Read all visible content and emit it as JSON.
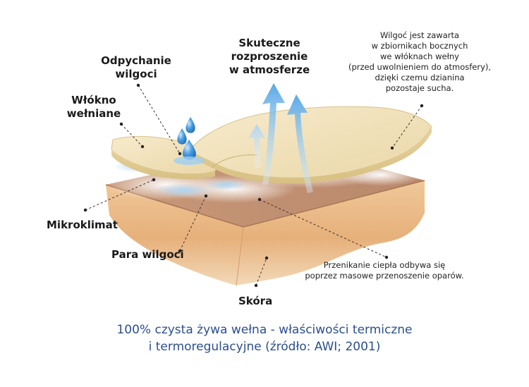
{
  "labels": {
    "repel_line1": "Odpychanie",
    "repel_line2": "wilgoci",
    "fiber_line1": "Włókno",
    "fiber_line2": "wełniane",
    "disp_line1": "Skuteczne",
    "disp_line2": "rozproszenie",
    "disp_line3": "w atmosferze",
    "micro": "Mikroklimat",
    "vapor": "Para wilgoci",
    "skin": "Skóra"
  },
  "notes": {
    "moisture_lines": [
      "Wilgoć jest zawarta",
      "w zbiornikach bocznych",
      "we włóknach wełny",
      "(przed uwolnieniem do atmosfery),",
      "dzięki czemu dzianina",
      "pozostaje sucha."
    ],
    "heat_lines": [
      "Przenikanie ciepła odbywa się",
      "poprzez masowe przenoszenie oparów."
    ]
  },
  "caption": {
    "line1": "100% czysta żywa wełna - właściwości termiczne",
    "line2": "i termoregulacyjne (źródło: AWI; 2001)"
  },
  "colors": {
    "caption": "#2b4f8f",
    "wool": "#f2e3bb",
    "skin": "#e9b983",
    "microclimate": "#c99a72",
    "arrow": "#6fb4e8",
    "droplet": "#3a8fd6"
  }
}
